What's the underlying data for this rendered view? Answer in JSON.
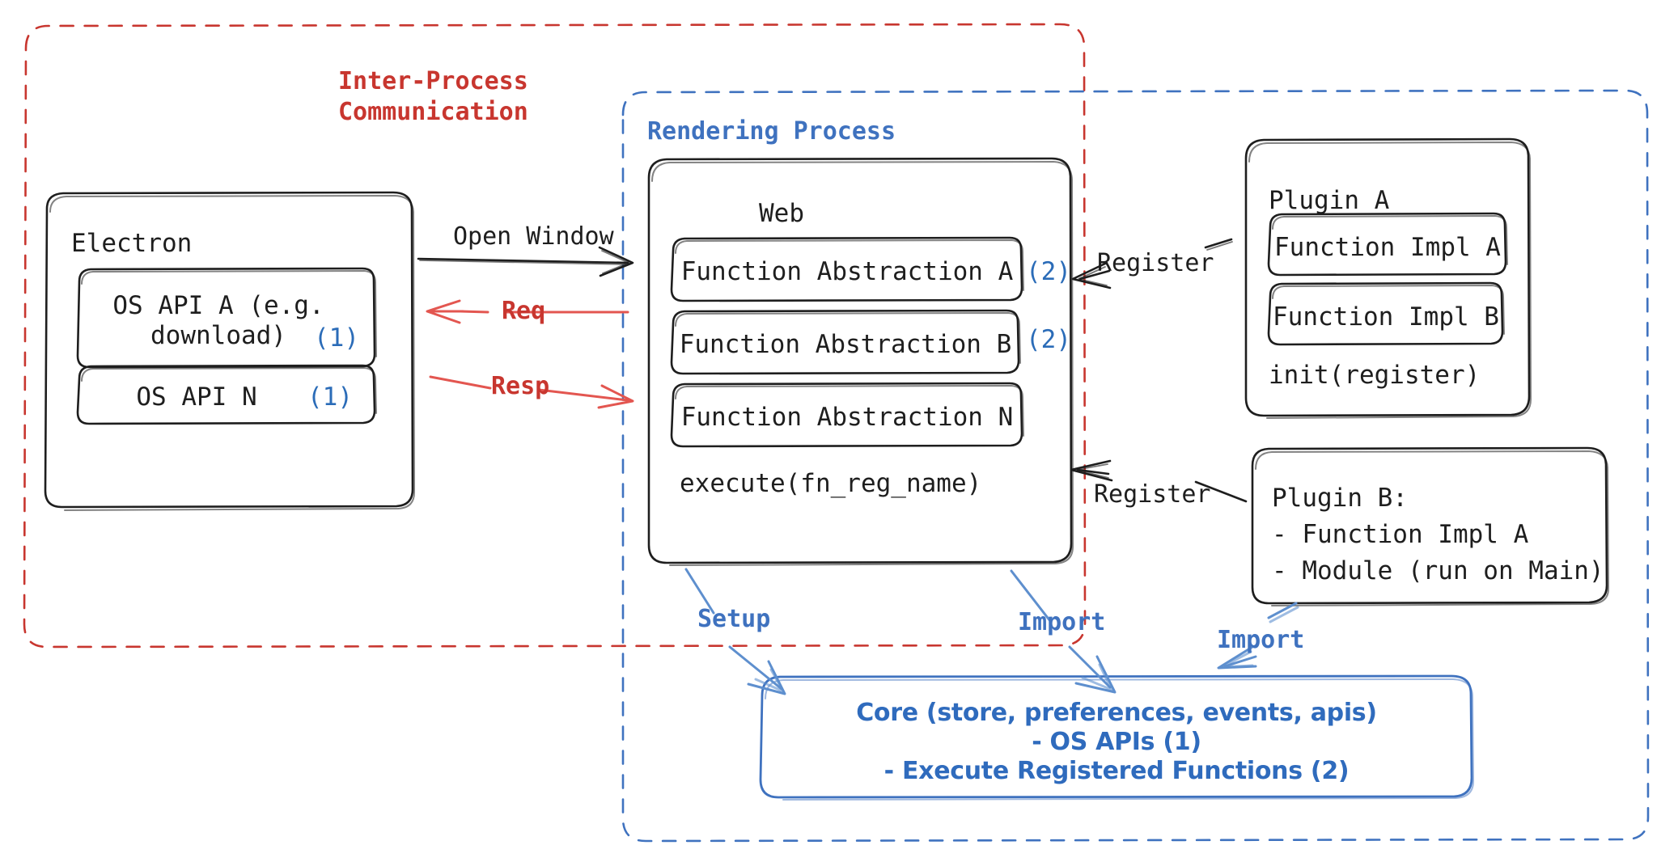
{
  "diagram": {
    "title": "Electron plugin architecture diagram",
    "colors": {
      "red": "#c8362f",
      "blue": "#3f72bf",
      "core_blue": "#2f6bbd",
      "marker_blue": "#2b6cb8",
      "stroke": "#1e1e1e"
    }
  },
  "groups": {
    "ipc": {
      "label": "Inter-Process\nCommunication",
      "style": "dashed",
      "color": "#c8362f"
    },
    "rendering": {
      "label": "Rendering Process",
      "style": "dashed",
      "color": "#3f72bf"
    }
  },
  "nodes": {
    "electron": {
      "title": "Electron",
      "children": [
        {
          "label": "OS API A (e.g.\ndownload)",
          "marker": "(1)"
        },
        {
          "label": "OS API N",
          "marker": "(1)"
        }
      ]
    },
    "web": {
      "title": "Web",
      "children": [
        {
          "label": "Function Abstraction A",
          "marker": "(2)"
        },
        {
          "label": "Function Abstraction B",
          "marker": "(2)"
        },
        {
          "label": "Function Abstraction N",
          "marker": ""
        }
      ],
      "footer": "execute(fn_reg_name)"
    },
    "plugin_a": {
      "title": "Plugin A",
      "children": [
        {
          "label": "Function Impl A"
        },
        {
          "label": "Function Impl B"
        }
      ],
      "footer": "init(register)"
    },
    "plugin_b": {
      "lines": [
        "Plugin B:",
        "- Function Impl A",
        "- Module (run on Main)"
      ]
    },
    "core": {
      "lines": [
        "Core (store, preferences, events, apis)",
        "- OS APIs (1)",
        "- Execute Registered Functions (2)"
      ]
    }
  },
  "edges": {
    "open_window": {
      "label": "Open Window",
      "color": "#1e1e1e"
    },
    "req": {
      "label": "Req",
      "color": "#c8362f"
    },
    "resp": {
      "label": "Resp",
      "color": "#c8362f"
    },
    "register_a": {
      "label": "Register",
      "color": "#1e1e1e"
    },
    "register_b": {
      "label": "Register",
      "color": "#1e1e1e"
    },
    "setup": {
      "label": "Setup",
      "color": "#3f72bf"
    },
    "import_web": {
      "label": "Import",
      "color": "#3f72bf"
    },
    "import_plugin_b": {
      "label": "Import",
      "color": "#3f72bf"
    }
  }
}
